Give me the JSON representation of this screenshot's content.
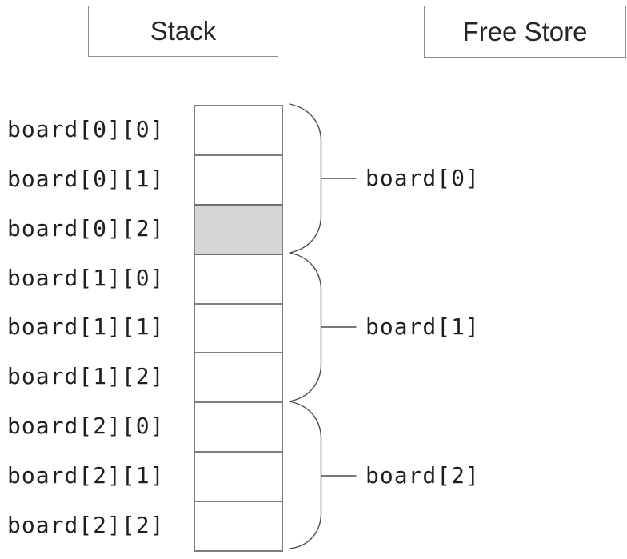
{
  "header": {
    "stack_label": "Stack",
    "free_store_label": "Free Store"
  },
  "stack_cells": [
    {
      "label": "board[0][0]",
      "shaded": false
    },
    {
      "label": "board[0][1]",
      "shaded": false
    },
    {
      "label": "board[0][2]",
      "shaded": true
    },
    {
      "label": "board[1][0]",
      "shaded": false
    },
    {
      "label": "board[1][1]",
      "shaded": false
    },
    {
      "label": "board[1][2]",
      "shaded": false
    },
    {
      "label": "board[2][0]",
      "shaded": false
    },
    {
      "label": "board[2][1]",
      "shaded": false
    },
    {
      "label": "board[2][2]",
      "shaded": false
    }
  ],
  "groups": [
    {
      "label": "board[0]"
    },
    {
      "label": "board[1]"
    },
    {
      "label": "board[2]"
    }
  ],
  "colors": {
    "shaded_cell": "#d6d6d6",
    "grid_line": "#7f7f7f",
    "brace_line": "#4d4d4d",
    "text": "#1f1f1f"
  }
}
